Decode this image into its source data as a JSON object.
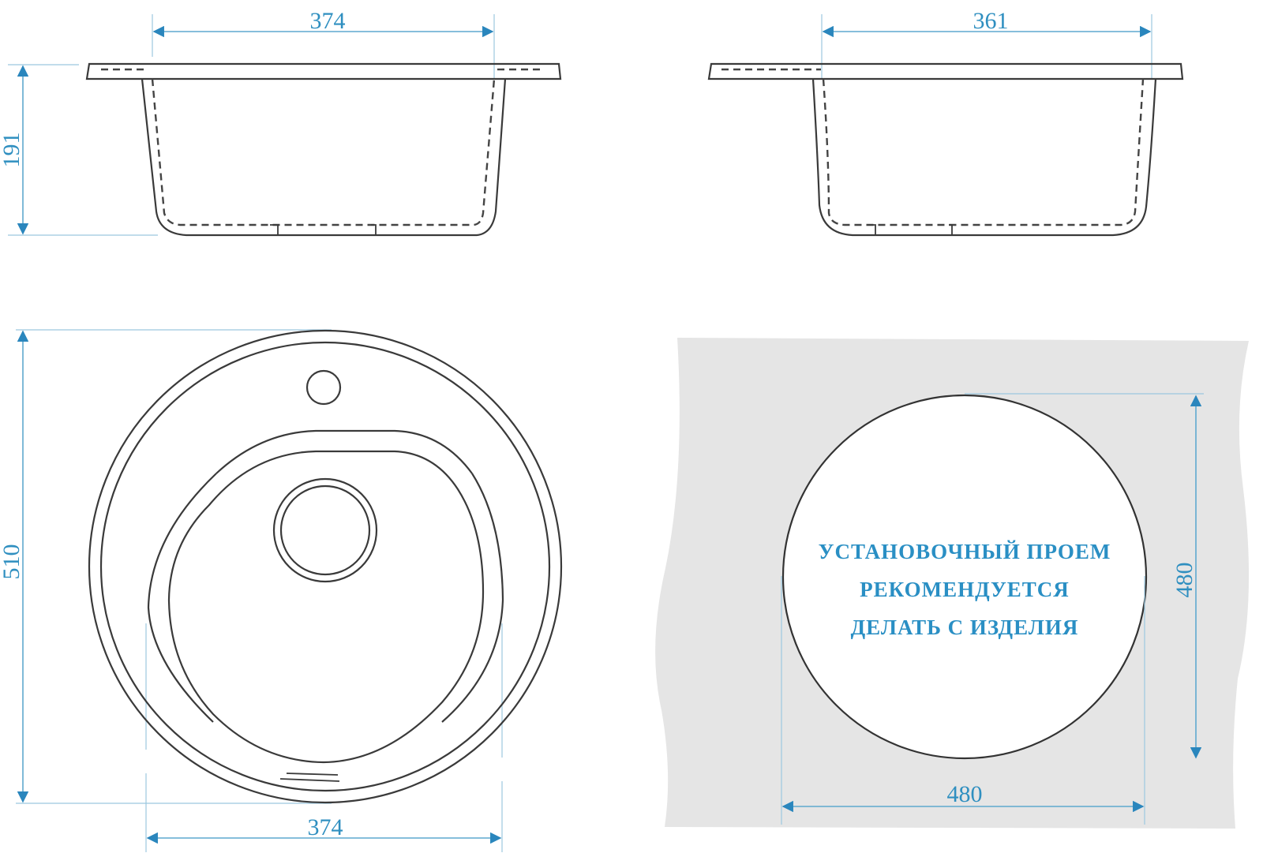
{
  "colors": {
    "dimension": "#2f8fc0",
    "outline": "#3a3a3a",
    "countertop": "#e4e4e4",
    "background": "#ffffff"
  },
  "side_view_front": {
    "width_label": "374",
    "height_label": "191"
  },
  "side_view_side": {
    "width_label": "361"
  },
  "top_view": {
    "height_label": "510",
    "width_label": "374"
  },
  "cutout_view": {
    "width_label": "480",
    "height_label": "480",
    "note": {
      "line1": "УСТАНОВОЧНЫЙ ПРОЕМ",
      "line2": "РЕКОМЕНДУЕТСЯ",
      "line3": "ДЕЛАТЬ С ИЗДЕЛИЯ"
    }
  }
}
